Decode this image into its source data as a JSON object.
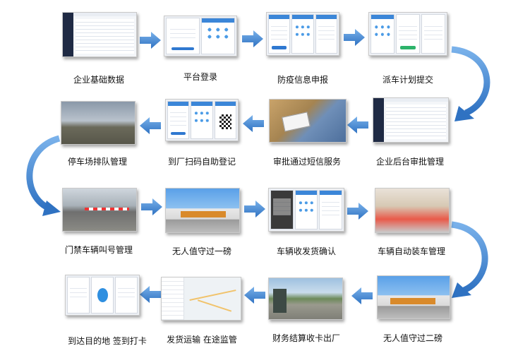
{
  "steps": [
    {
      "label": "企业基础数据"
    },
    {
      "label": "平台登录"
    },
    {
      "label": "防疫信息申报"
    },
    {
      "label": "派车计划提交"
    },
    {
      "label": "企业后台审批管理"
    },
    {
      "label": "审批通过短信服务"
    },
    {
      "label": "到厂扫码自助登记"
    },
    {
      "label": "停车场排队管理"
    },
    {
      "label": "门禁车辆叫号管理"
    },
    {
      "label": "无人值守过一磅"
    },
    {
      "label": "车辆收发货确认"
    },
    {
      "label": "车辆自动装车管理"
    },
    {
      "label": "无人值守过二磅"
    },
    {
      "label": "财务结算收卡出厂"
    },
    {
      "label": "发货运输 在途监管"
    },
    {
      "label": "到达目的地 签到打卡"
    }
  ],
  "colors": {
    "arrow": "#4d90d6",
    "arrow_dark": "#2e6fb8"
  }
}
